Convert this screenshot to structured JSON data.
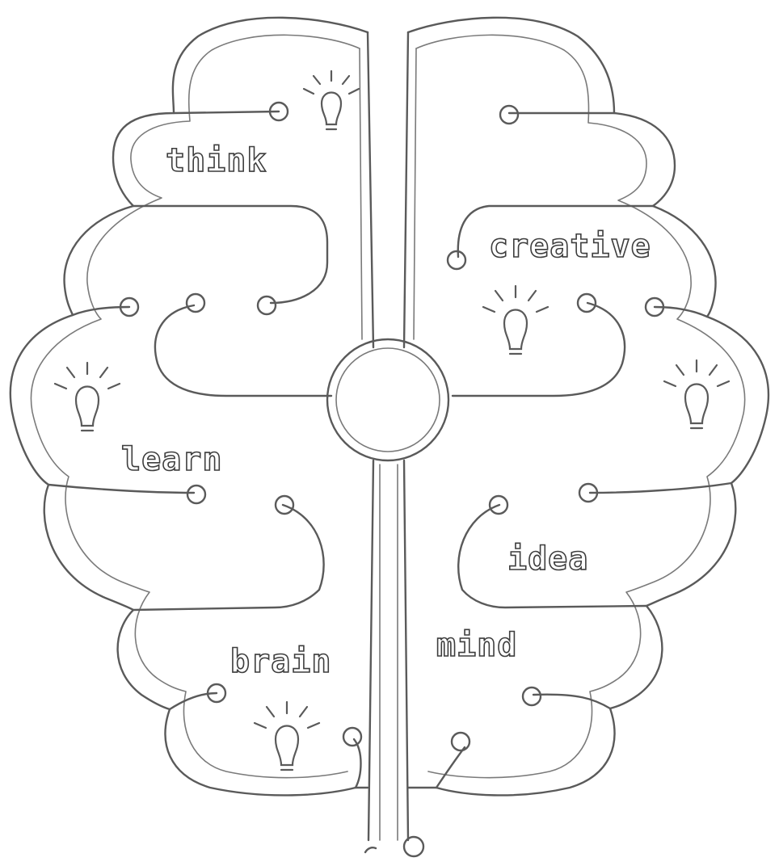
{
  "words": {
    "think": "think",
    "creative": "creative",
    "learn": "learn",
    "idea": "idea",
    "brain": "brain",
    "mind": "mind"
  },
  "icons": [
    "lightbulb-icon",
    "lightbulb-icon",
    "lightbulb-icon",
    "lightbulb-icon",
    "lightbulb-icon"
  ],
  "colors": {
    "line": "#5a5a5a",
    "background": "#ffffff"
  }
}
